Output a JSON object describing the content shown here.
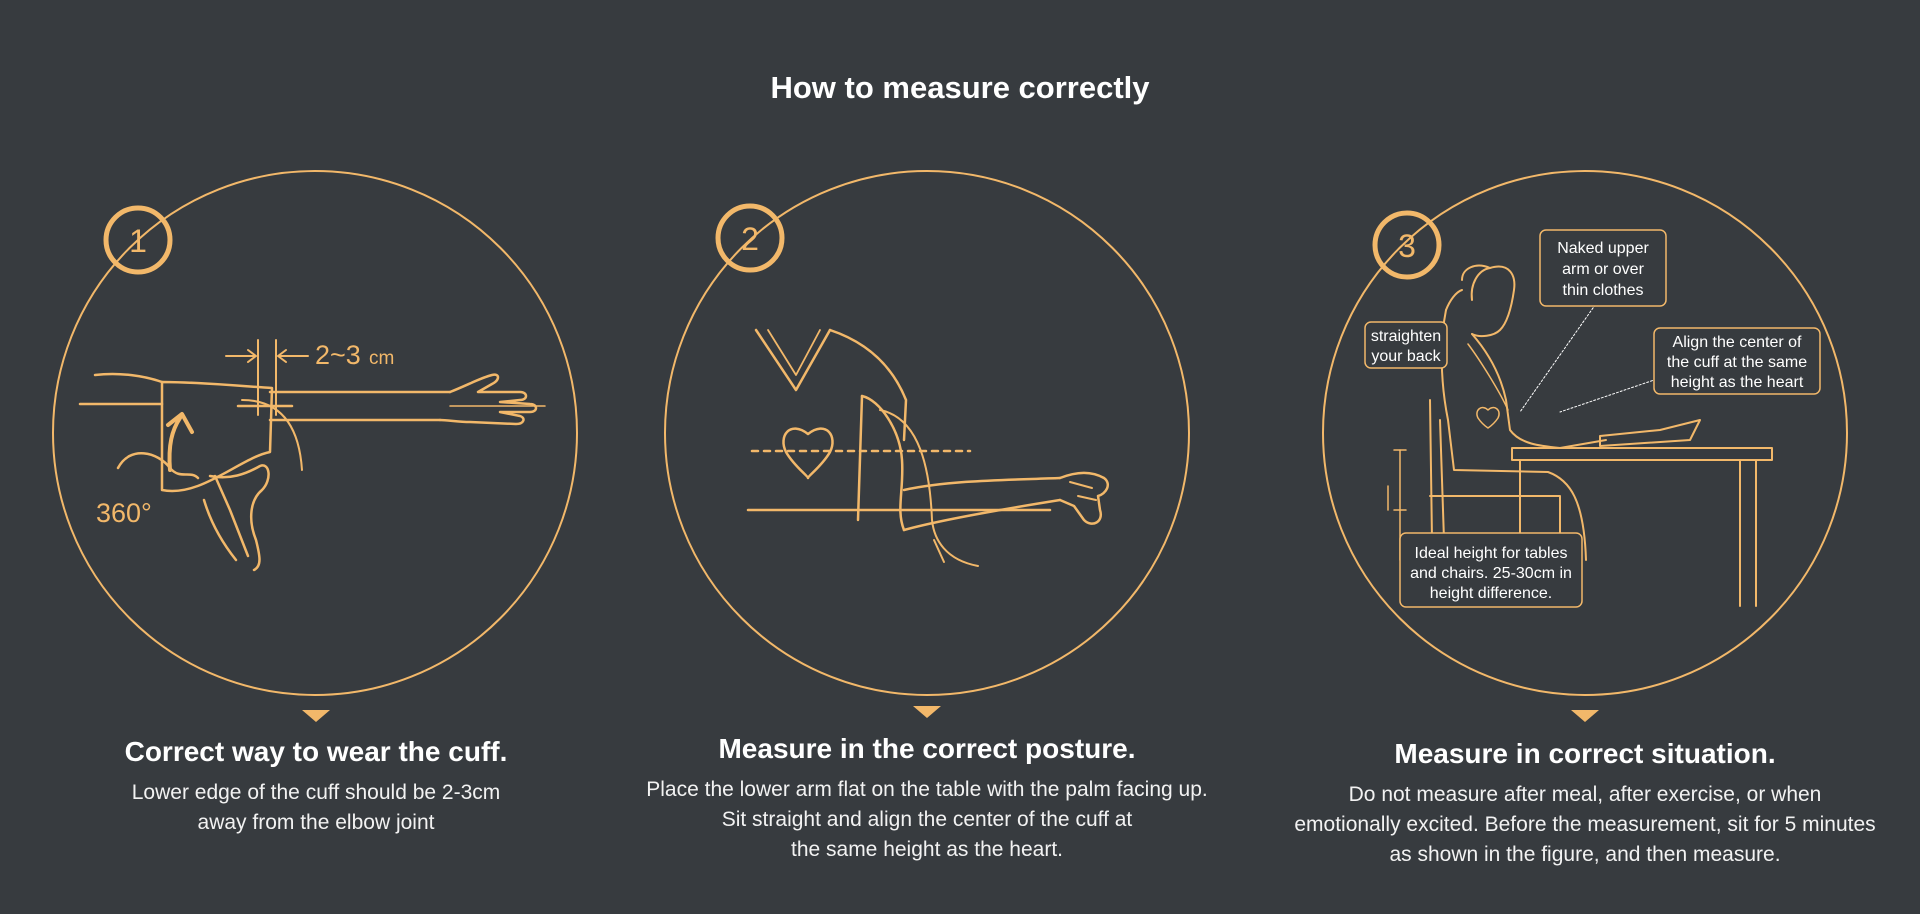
{
  "title": "How to measure correctly",
  "accent_color": "#f2b86a",
  "background_color": "#373b3f",
  "steps": [
    {
      "number": "1",
      "heading": "Correct way to wear the cuff.",
      "description": "Lower edge of the cuff should be 2-3cm\naway from the elbow joint",
      "illustration": {
        "gap_value": "2~3",
        "gap_unit": "cm",
        "rotation_label": "360°"
      }
    },
    {
      "number": "2",
      "heading": "Measure in the correct posture.",
      "description": "Place the lower arm flat on the table with the palm facing up.\nSit straight and align the center of the cuff at\nthe same height as the heart."
    },
    {
      "number": "3",
      "heading": "Measure in correct situation.",
      "description": "Do not measure after meal, after exercise, or when\nemotionally excited. Before the measurement, sit for 5 minutes\nas shown in the figure, and then measure.",
      "callouts": {
        "naked_arm": [
          "Naked upper",
          "arm or over",
          "thin clothes"
        ],
        "straighten_back": [
          "straighten",
          "your back"
        ],
        "align_center": [
          "Align the center of",
          "the cuff at the same",
          "height as the heart"
        ],
        "ideal_height": [
          "Ideal height for tables",
          "and chairs. 25-30cm in",
          "height difference."
        ]
      }
    }
  ]
}
